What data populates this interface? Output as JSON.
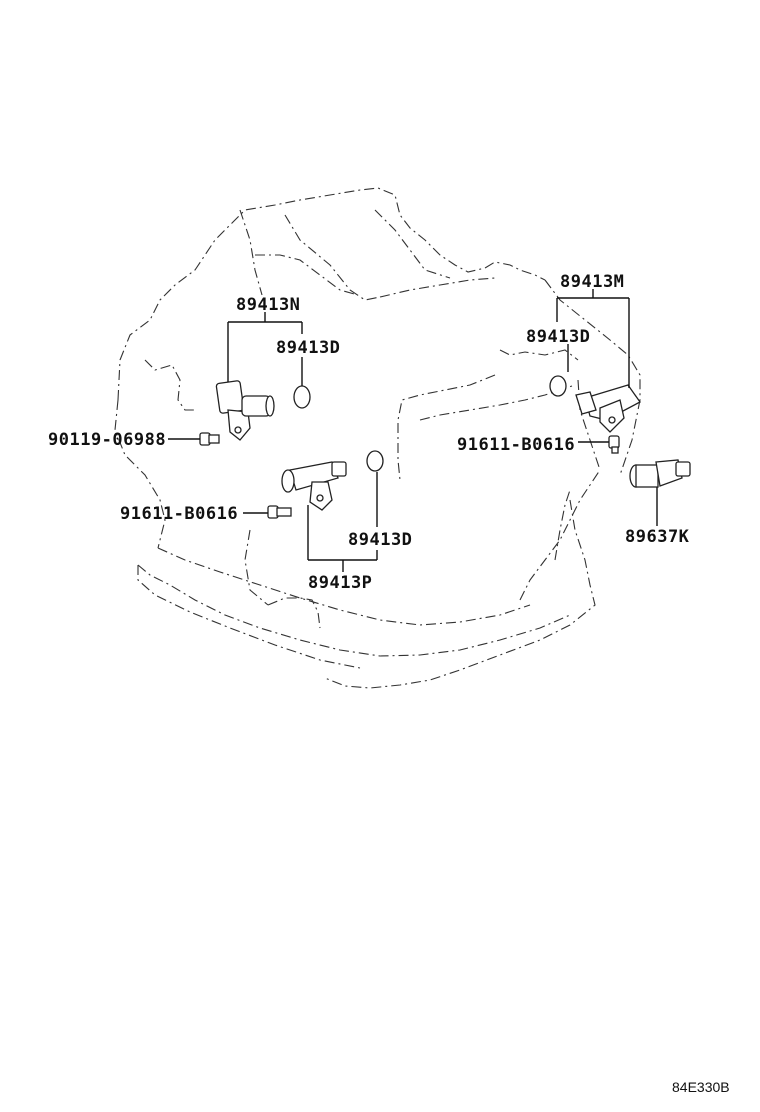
{
  "labels": {
    "p89413M": "89413M",
    "p89413D_right": "89413D",
    "p89413N": "89413N",
    "p89413D_left": "89413D",
    "p90119": "90119-06988",
    "p91611_right": "91611-B0616",
    "p91611_left": "91611-B0616",
    "p89413D_center": "89413D",
    "p89637K": "89637K",
    "p89413P": "89413P"
  },
  "figure_code": "84E330B"
}
